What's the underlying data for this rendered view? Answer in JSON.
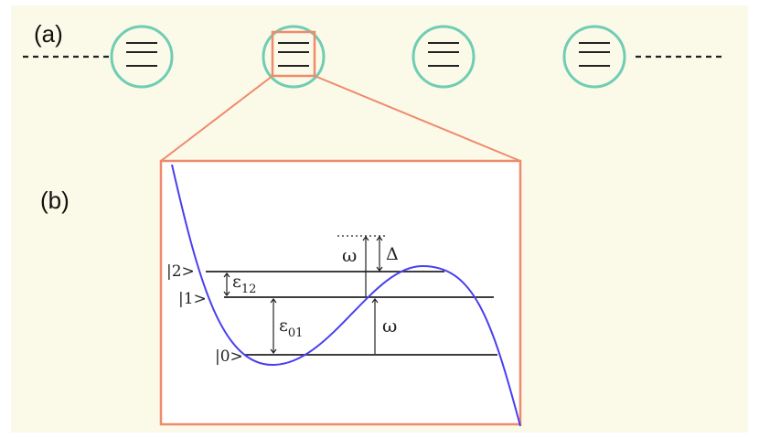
{
  "panel_labels": {
    "a": "(a)",
    "b": "(b)"
  },
  "colors": {
    "background": "#fbf9e8",
    "circle_stroke": "#6fcdb4",
    "coupler": "#6a37c8",
    "zoom_box": "#ef8a6c",
    "potential_curve": "#4a3ff0",
    "lines": "#222222"
  },
  "state_labels": {
    "ket2": "|2>",
    "ket1": "|1>",
    "ket0": "|0>"
  },
  "transitions": {
    "eps12_base": "ε",
    "eps12_sub": "12",
    "eps01_base": "ε",
    "eps01_sub": "01",
    "omega_upper": "ω",
    "omega_lower": "ω",
    "delta": "Δ"
  },
  "chain": {
    "qubit_count": 4,
    "levels_per_qubit": 3
  }
}
